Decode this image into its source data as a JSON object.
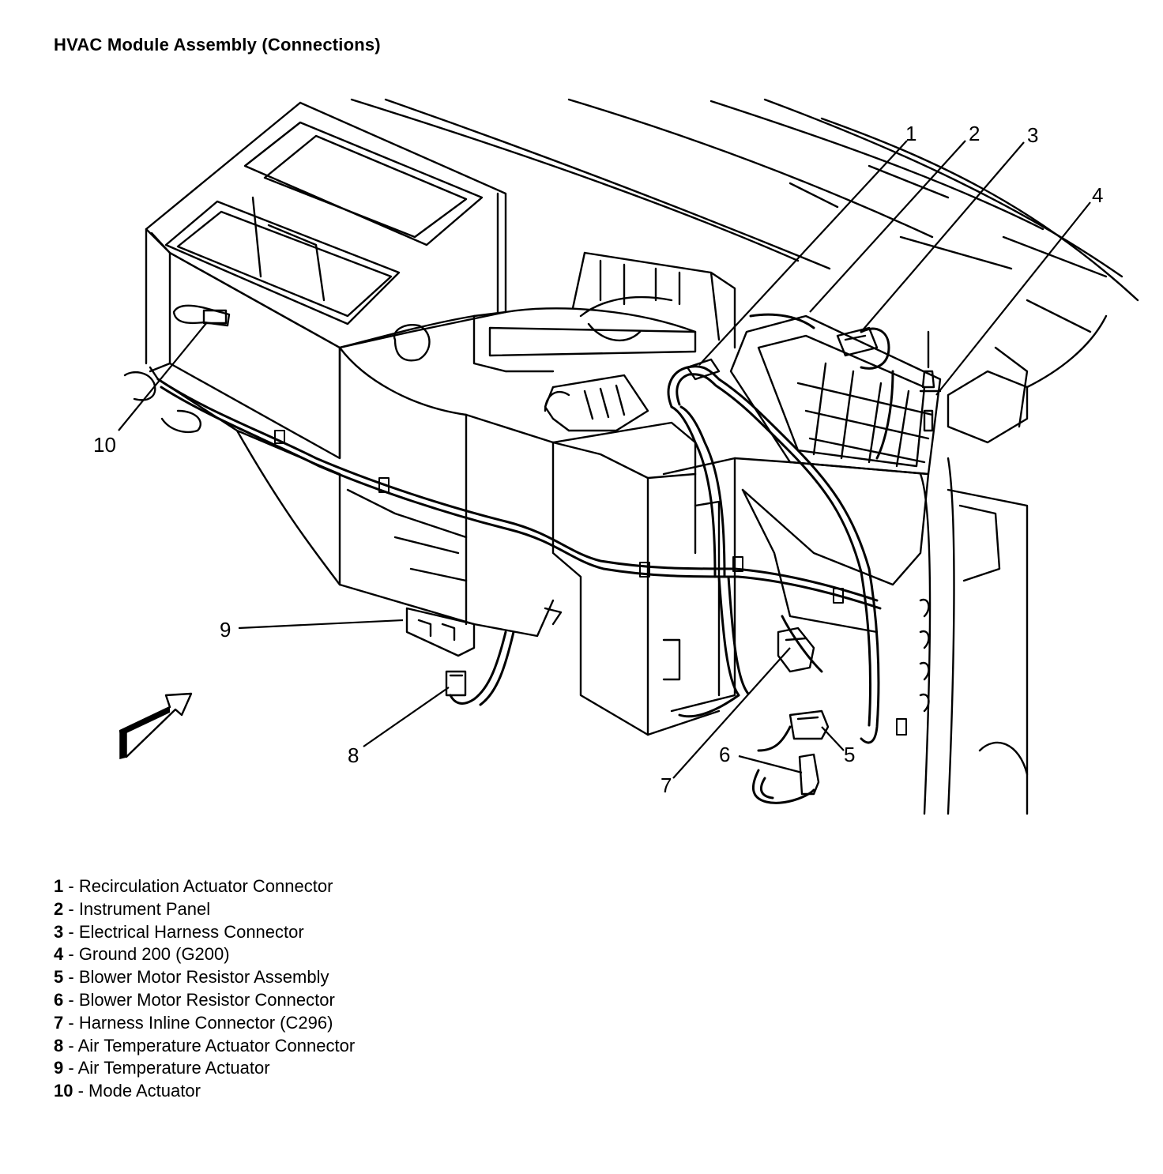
{
  "title": "HVAC Module Assembly (Connections)",
  "callouts": [
    "1",
    "2",
    "3",
    "4",
    "5",
    "6",
    "7",
    "8",
    "9",
    "10"
  ],
  "legend": [
    {
      "num": "1",
      "sep": " - ",
      "text": "Recirculation Actuator Connector"
    },
    {
      "num": "2",
      "sep": " - ",
      "text": "Instrument Panel"
    },
    {
      "num": "3",
      "sep": " - ",
      "text": "Electrical Harness Connector"
    },
    {
      "num": "4",
      "sep": " - ",
      "text": "Ground 200 (G200)"
    },
    {
      "num": "5",
      "sep": " - ",
      "text": "Blower Motor Resistor Assembly"
    },
    {
      "num": "6",
      "sep": " - ",
      "text": "Blower Motor Resistor Connector"
    },
    {
      "num": "7",
      "sep": " - ",
      "text": "Harness Inline Connector (C296)"
    },
    {
      "num": "8",
      "sep": " - ",
      "text": "Air Temperature Actuator Connector"
    },
    {
      "num": "9",
      "sep": " - ",
      "text": "Air Temperature Actuator"
    },
    {
      "num": "10",
      "sep": " - ",
      "text": "Mode Actuator"
    }
  ]
}
